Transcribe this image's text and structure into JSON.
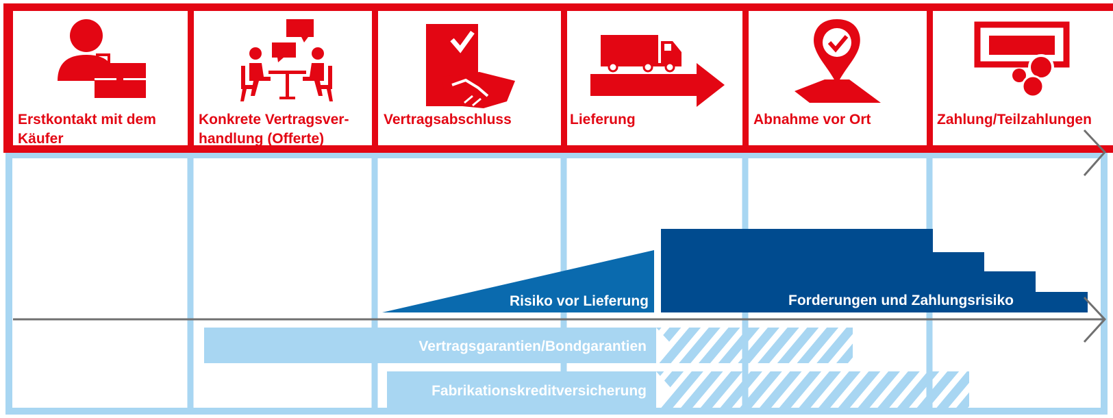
{
  "colors": {
    "red": "#E30613",
    "light_blue": "#A8D6F2",
    "medium_blue": "#0A6AAE",
    "dark_blue": "#004B8F",
    "axis_gray": "#707070",
    "white": "#FFFFFF"
  },
  "phases": [
    {
      "icon": "person-with-briefcase-icon",
      "lines": [
        "Erstkontakt mit dem",
        "Käufer"
      ]
    },
    {
      "icon": "meeting-negotiation-icon",
      "lines": [
        "Konkrete Vertragsver-",
        "handlung (Offerte)"
      ]
    },
    {
      "icon": "contract-handshake-icon",
      "lines": [
        "Vertragsabschluss"
      ]
    },
    {
      "icon": "delivery-truck-arrow-icon",
      "lines": [
        "Lieferung"
      ]
    },
    {
      "icon": "location-pin-check-icon",
      "lines": [
        "Abnahme vor Ort"
      ]
    },
    {
      "icon": "payment-coins-icon",
      "lines": [
        "Zahlung/Teilzahlungen"
      ]
    }
  ],
  "risks": {
    "pre_delivery": "Risiko vor Lieferung",
    "receivables": "Forderungen und Zahlungsrisiko"
  },
  "instruments": {
    "contract_guarantees": "Vertragsgarantien/Bondgarantien",
    "manufacturing_credit": "Fabrikationskreditversicherung"
  }
}
